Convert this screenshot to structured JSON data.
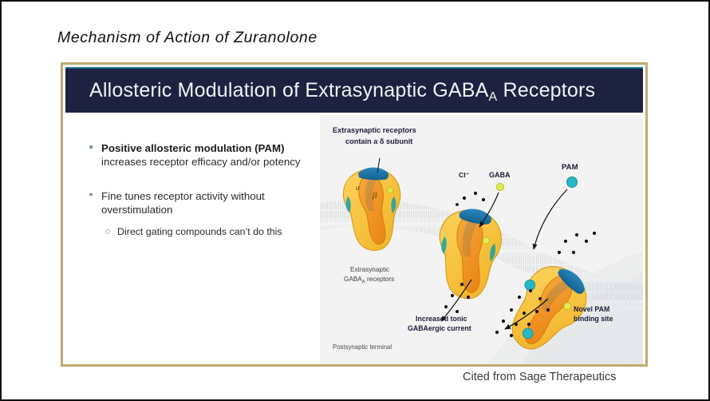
{
  "page": {
    "title": "Mechanism of Action of Zuranolone",
    "citation": "Cited from Sage Therapeutics"
  },
  "slide": {
    "header": {
      "title_main": "Allosteric Modulation of Extrasynaptic GABA",
      "title_sub": "A",
      "title_tail": " Receptors",
      "background_color": "#1d2240",
      "accent_rule_color": "#1c6ea4",
      "frame_color": "#bfab72"
    },
    "bullets": [
      {
        "lead": "Positive allosteric modulation (PAM) ",
        "rest": "increases receptor efficacy and/or potency",
        "sub": null
      },
      {
        "lead": "",
        "rest": "Fine tunes receptor activity without overstimulation",
        "sub": "Direct gating compounds can’t do this"
      }
    ],
    "figure": {
      "background_color": "#f3f3f3",
      "callouts": {
        "delta_note_line1": "Extrasynaptic receptors",
        "delta_note_line2": "contain a δ subunit",
        "receptor_caption_line1": "Extrasynaptic",
        "receptor_caption_line2_main": "GABA",
        "receptor_caption_line2_sub": "A",
        "receptor_caption_line2_tail": " receptors",
        "chloride": "Cl⁻",
        "gaba": "GABA",
        "pam": "PAM",
        "tonic_line1": "Increased tonic",
        "tonic_line2": "GABAergic current",
        "binding_line1": "Novel PAM",
        "binding_line2": "binding site",
        "postsynaptic": "Postsynaptic terminal"
      },
      "colors": {
        "receptor_outer": "#f7c13c",
        "receptor_inner": "#ef8f22",
        "delta_subunit": "#1f6fa8",
        "pam_dot": "#27b6c4",
        "gaba_dot": "#d7e14a",
        "chloride_dot": "#1a1a1a",
        "membrane": "#d8dade",
        "label_text": "#1b1b3a"
      },
      "subunit_labels": {
        "alpha": "α",
        "beta": "β"
      }
    }
  }
}
